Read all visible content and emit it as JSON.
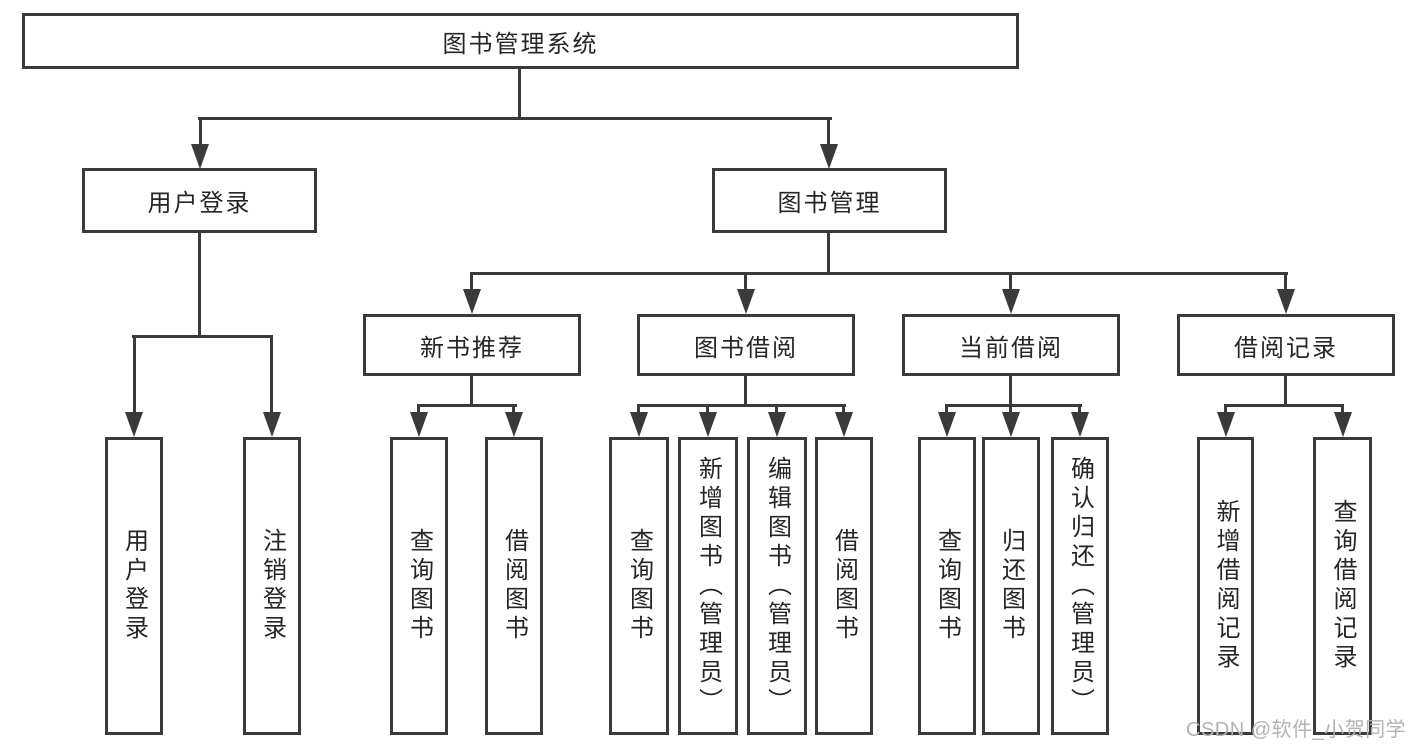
{
  "colors": {
    "line": "#3a3a3a",
    "text": "#262626",
    "watermark": "#b3b3b3",
    "background": "#ffffff"
  },
  "tree": {
    "root": "图书管理系统",
    "level2": [
      {
        "label": "用户登录",
        "leaves": [
          "用户登录",
          "注销登录"
        ]
      },
      {
        "label": "图书管理",
        "groups": [
          {
            "label": "新书推荐",
            "leaves": [
              "查询图书",
              "借阅图书"
            ]
          },
          {
            "label": "图书借阅",
            "leaves": [
              "查询图书",
              "新增图书（管理员）",
              "编辑图书（管理员）",
              "借阅图书"
            ]
          },
          {
            "label": "当前借阅",
            "leaves": [
              "查询图书",
              "归还图书",
              "确认归还（管理员）"
            ]
          },
          {
            "label": "借阅记录",
            "leaves": [
              "新增借阅记录",
              "查询借阅记录"
            ]
          }
        ]
      }
    ]
  },
  "watermark": "CSDN @软件_小贺同学"
}
